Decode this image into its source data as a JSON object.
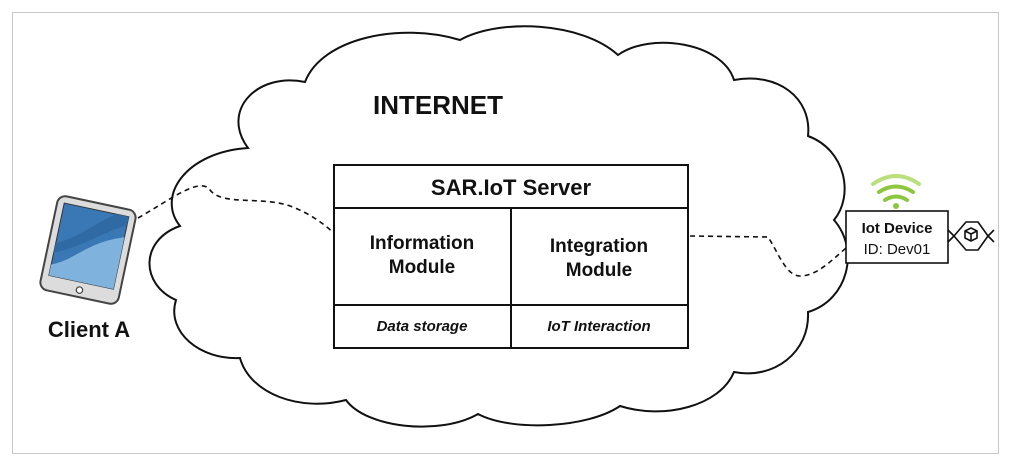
{
  "diagram": {
    "cloud_label": "INTERNET",
    "server": {
      "title": "SAR.IoT Server",
      "modules": [
        {
          "name_line1": "Information",
          "name_line2": "Module",
          "caption": "Data storage"
        },
        {
          "name_line1": "Integration",
          "name_line2": "Module",
          "caption": "IoT Interaction"
        }
      ]
    },
    "client": {
      "label": "Client A"
    },
    "device": {
      "title": "Iot Device",
      "id_text": "ID: Dev01"
    }
  },
  "colors": {
    "frame": "#c8c8c8",
    "stroke": "#111111",
    "tablet_screen": "#3a78b5",
    "tablet_screen_light": "#7fb2dc",
    "tablet_body": "#dcdcdc",
    "wifi": "#8dc63f",
    "wifi_light": "#b9e07a"
  },
  "icons": {
    "client": "tablet-icon",
    "device_signal": "wifi-icon",
    "device_module": "cube-node-icon"
  }
}
